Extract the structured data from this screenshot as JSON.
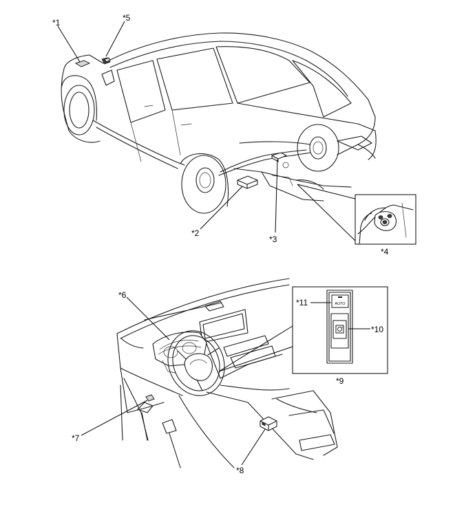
{
  "callouts": {
    "c1": "*1",
    "c2": "*2",
    "c3": "*3",
    "c4": "*4",
    "c5": "*5",
    "c6": "*6",
    "c7": "*7",
    "c8": "*8",
    "c9": "*9",
    "c10": "*10",
    "c11": "*11"
  },
  "switch_panel": {
    "auto_label": "AUTO"
  }
}
